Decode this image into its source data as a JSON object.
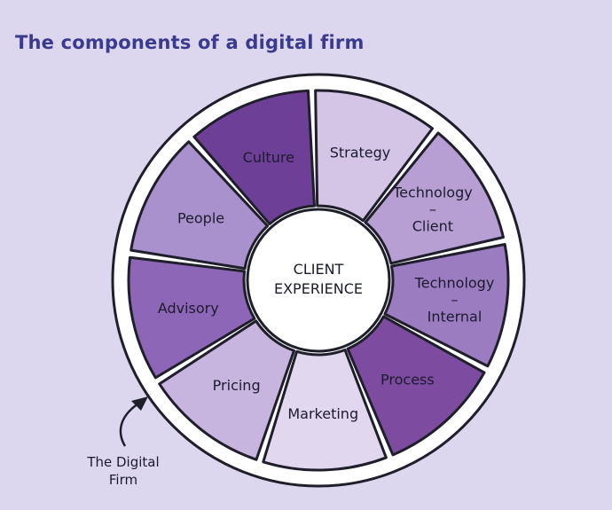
{
  "title": "The components of a digital firm",
  "center": {
    "line1": "CLIENT",
    "line2": "EXPERIENCE"
  },
  "segments": [
    {
      "label": [
        "Strategy"
      ],
      "color": "#d4c5e6"
    },
    {
      "label": [
        "Technology",
        "–",
        "Client"
      ],
      "color": "#b79fd3"
    },
    {
      "label": [
        "Technology",
        "–",
        "Internal"
      ],
      "color": "#9b7cc1"
    },
    {
      "label": [
        "Process"
      ],
      "color": "#7d4ba0"
    },
    {
      "label": [
        "Marketing"
      ],
      "color": "#e1d7ee"
    },
    {
      "label": [
        "Pricing"
      ],
      "color": "#c7b5df"
    },
    {
      "label": [
        "Advisory"
      ],
      "color": "#8e66b7"
    },
    {
      "label": [
        "People"
      ],
      "color": "#a891cc"
    },
    {
      "label": [
        "Culture"
      ],
      "color": "#6e3f96"
    }
  ],
  "outer_label": [
    "The Digital",
    "Firm"
  ],
  "colors": {
    "background": "#dcd7ee",
    "title": "#3a3a8e",
    "outline": "#1f1f2c",
    "ring": "#ffffff"
  }
}
